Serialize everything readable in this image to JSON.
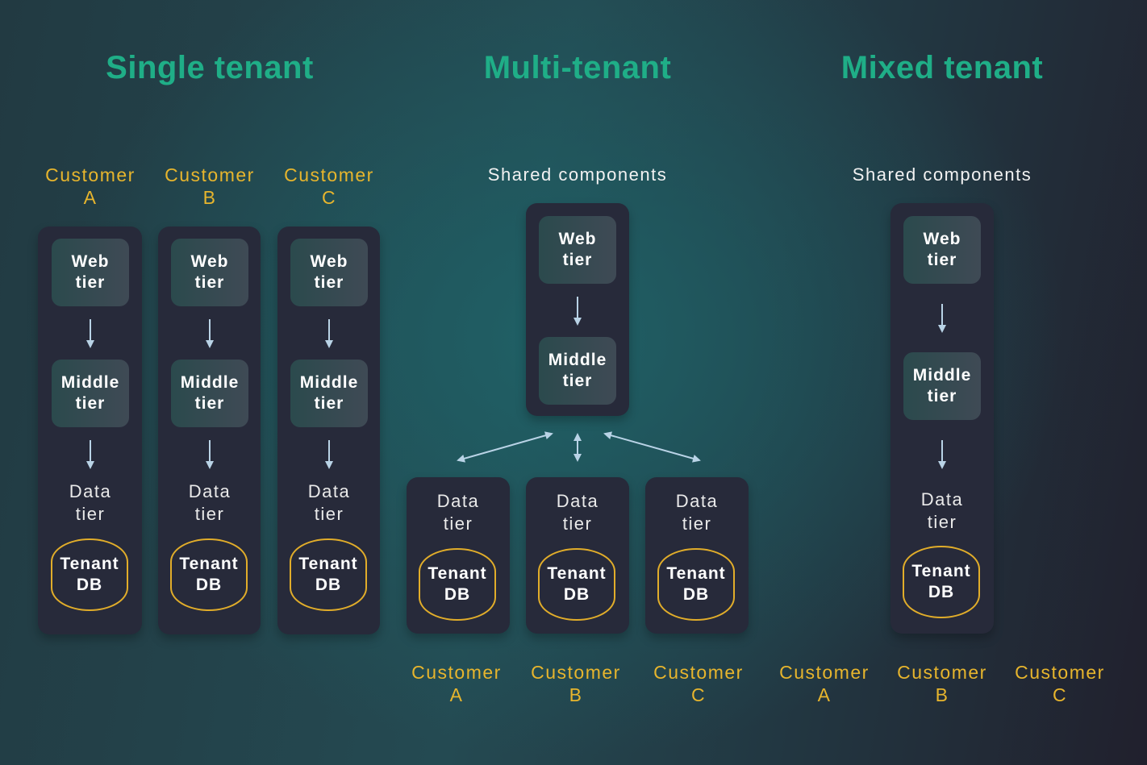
{
  "titles": {
    "single": "Single tenant",
    "multi": "Multi-tenant",
    "mixed": "Mixed tenant"
  },
  "shared_label": "Shared components",
  "tiers": {
    "web": [
      "Web",
      "tier"
    ],
    "middle": [
      "Middle",
      "tier"
    ],
    "data": [
      "Data",
      "tier"
    ],
    "db": [
      "Tenant",
      "DB"
    ]
  },
  "customers": [
    {
      "line1": "Customer",
      "line2": "A"
    },
    {
      "line1": "Customer",
      "line2": "B"
    },
    {
      "line1": "Customer",
      "line2": "C"
    }
  ],
  "colors": {
    "title": "#1fae87",
    "customer": "#e7b52d",
    "db_border": "#e1ad2a",
    "arrow": "#b9d3e6",
    "panel": "#272a3a"
  }
}
